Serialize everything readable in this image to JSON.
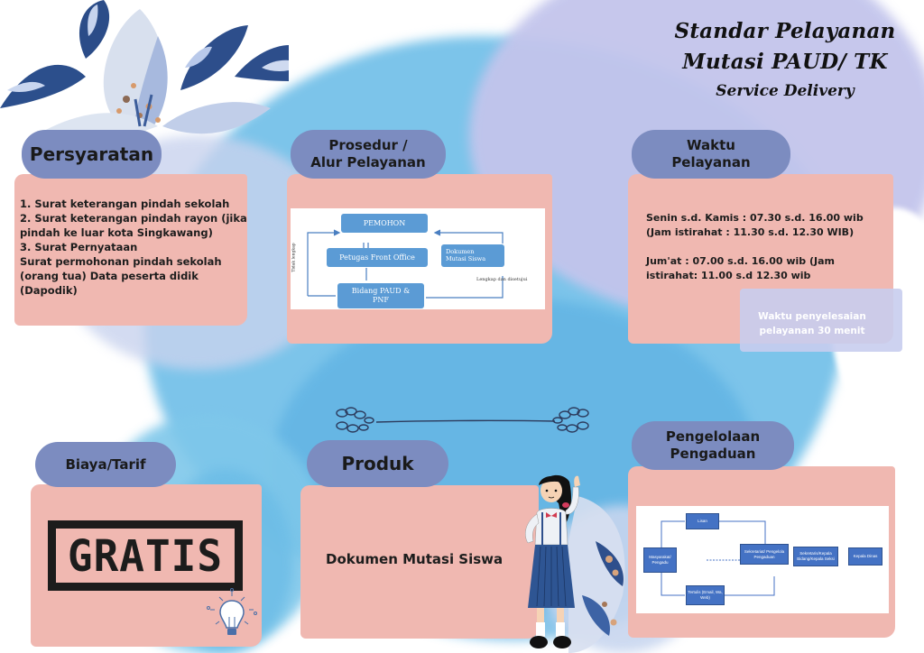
{
  "header": {
    "title_line1": "Standar Pelayanan",
    "title_line2": "Mutasi PAUD/ TK",
    "subtitle": "Service Delivery"
  },
  "sections": {
    "persyaratan": {
      "label": "Persyaratan",
      "items": [
        "1.  Surat keterangan pindah sekolah",
        "2.  Surat keterangan pindah rayon (jika pindah ke luar kota Singkawang)",
        "3.  Surat Pernyataan",
        "Surat permohonan pindah sekolah (orang tua) Data peserta didik (Dapodik)"
      ]
    },
    "prosedur": {
      "label_line1": "Prosedur /",
      "label_line2": "Alur Pelayanan",
      "flowchart": {
        "pemohon": "PEMOHON",
        "front_office": "Petugas Front Office",
        "bidang_line1": "Bidang PAUD &",
        "bidang_line2": "PNF",
        "dokumen_line1": "Dokumen",
        "dokumen_line2": "Mutasi Siswa",
        "side_label": "Tidak lengkap",
        "approved_label": "Lengkap dan disetujui"
      }
    },
    "waktu": {
      "label_line1": "Waktu",
      "label_line2": "Pelayanan",
      "schedule": [
        "Senin s.d. Kamis : 07.30 s.d. 16.00 wib (Jam istirahat : 11.30 s.d. 12.30 WIB)",
        "Jum'at : 07.00 s.d. 16.00 wib (Jam istirahat: 11.00 s.d 12.30 wib"
      ],
      "completion_line1": "Waktu penyelesaian",
      "completion_line2": "pelayanan 30 menit"
    },
    "biaya": {
      "label": "Biaya/Tarif",
      "value": "GRATIS"
    },
    "produk": {
      "label": "Produk",
      "value": "Dokumen Mutasi Siswa"
    },
    "pengaduan": {
      "label_line1": "Pengelolaan",
      "label_line2": "Pengaduan",
      "flowchart": {
        "lisan": "Lisan",
        "masyarakat": "Masyarakat/ Pengadu",
        "sekretariat": "Sekretariat/ Pengelola Pengaduan",
        "sekretaris": "Sekretaris/Kepala Bidang/Kepala Seksi",
        "kepala_dinas": "Kepala Dinas",
        "tertulis": "Tertulis (Email, Wa, Web)"
      }
    }
  },
  "colors": {
    "pill": "#7c8cc0",
    "card": "#f0b8b1",
    "flow_box": "#5b9bd5",
    "flow_box_dark": "#4472c4",
    "watercolor_blue": "#7cc4ea",
    "watercolor_lavender": "#c3c5ec"
  }
}
